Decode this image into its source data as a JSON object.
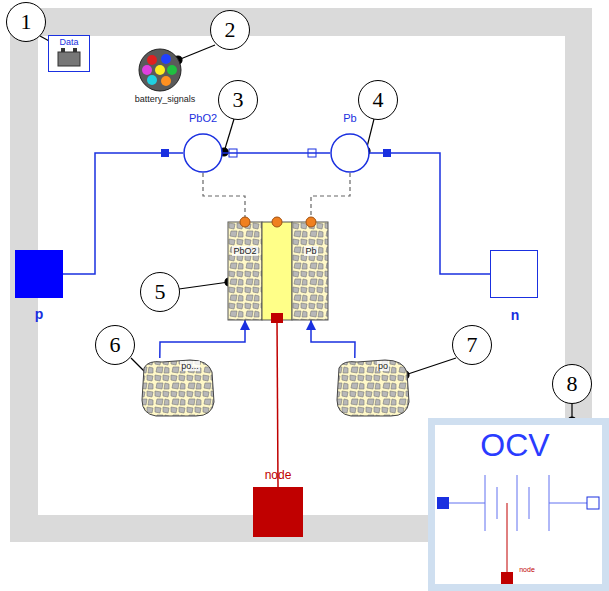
{
  "diagram": {
    "nodes": [
      {
        "text": [
          "Data"
        ]
      },
      {
        "text": [
          "battery_signals"
        ]
      },
      {
        "text": [
          "PbO2"
        ]
      },
      {
        "text": [
          "Pb"
        ]
      },
      {
        "text": [
          "PbO2",
          "Pb"
        ]
      },
      {
        "text": [
          "p"
        ]
      },
      {
        "text": [
          "n"
        ]
      },
      {
        "text": [
          "po..."
        ]
      },
      {
        "text": [
          "po"
        ]
      },
      {
        "text": [
          "node"
        ]
      },
      {
        "text": [
          "OCV",
          "node"
        ]
      }
    ],
    "edges": [
      {
        "from": 5,
        "to": 2,
        "arrow": "none"
      },
      {
        "from": 2,
        "to": 3,
        "arrow": "none"
      },
      {
        "from": 3,
        "to": 6,
        "arrow": "none"
      },
      {
        "from": 2,
        "to": 4,
        "arrow": "none"
      },
      {
        "from": 3,
        "to": 4,
        "arrow": "none"
      },
      {
        "from": 7,
        "to": 4,
        "arrow": "to"
      },
      {
        "from": 8,
        "to": 4,
        "arrow": "to"
      },
      {
        "from": 4,
        "to": 9,
        "arrow": "none"
      }
    ],
    "labels": [
      "1",
      "2",
      "3",
      "4",
      "5",
      "6",
      "7",
      "8"
    ]
  }
}
